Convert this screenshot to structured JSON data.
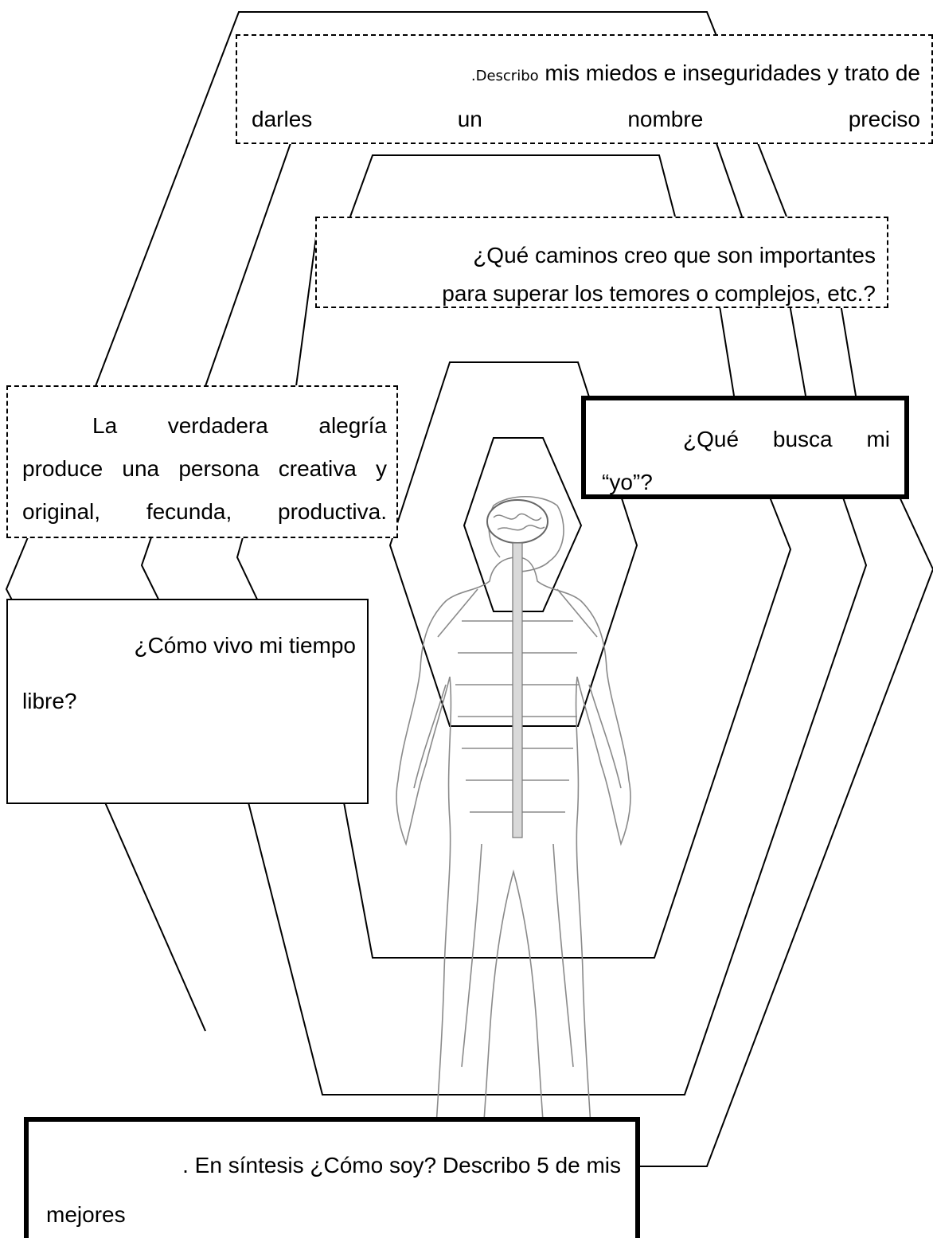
{
  "boxes": {
    "top": {
      "prefix": ".Describo",
      "rest": " mis miedos e inseguridades y trato de",
      "line2": [
        "darles",
        "un",
        "nombre",
        "preciso"
      ]
    },
    "caminos": {
      "line1": "¿Qué caminos creo que son importantes",
      "line2": "para superar los temores o complejos, etc.?"
    },
    "alegria": {
      "line1": "La verdadera alegría",
      "line2": "produce una persona creativa y",
      "line3": "original, fecunda, productiva."
    },
    "busca": {
      "line1": "¿Qué busca mi",
      "line2": "“yo”?"
    },
    "tiempo": {
      "line1": "¿Cómo vivo mi tiempo",
      "line2": "libre?"
    },
    "sintesis": {
      "line1": ". En síntesis ¿Cómo soy?  Describo 5 de mis",
      "line2": "mejores"
    }
  },
  "icons": [
    "human-nervous-system-icon",
    "brain-icon"
  ]
}
